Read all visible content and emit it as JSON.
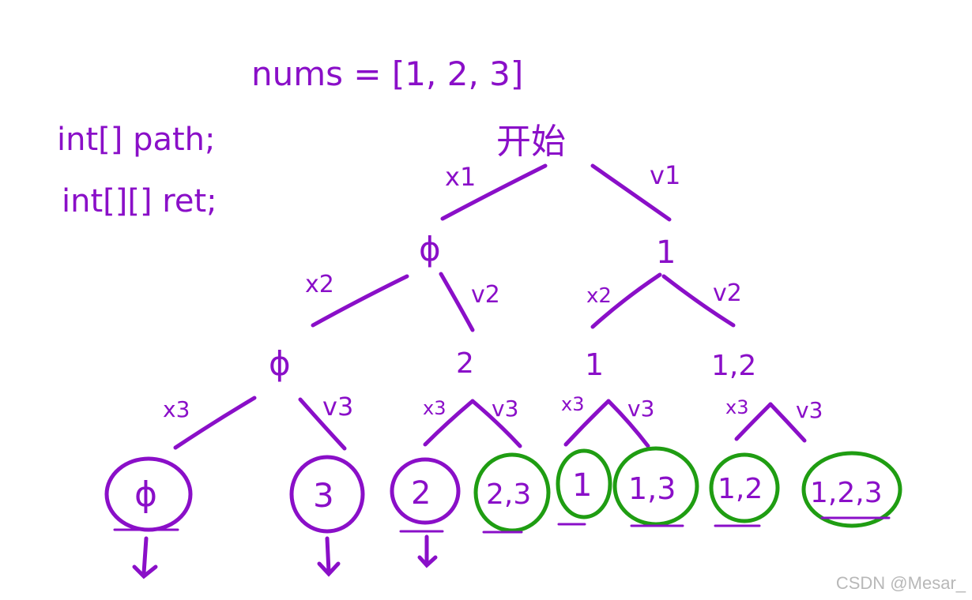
{
  "header": {
    "nums": "nums = [1, 2, 3]",
    "path_decl": "int[] path;",
    "ret_decl": "int[][] ret;"
  },
  "tree": {
    "root": "开始",
    "edge_labels": {
      "x1": "x1",
      "v1": "v1",
      "x2_left": "x2",
      "v2_left": "v2",
      "x2_right": "x2",
      "v2_right": "v2",
      "x3_a": "x3",
      "v3_a": "v3",
      "x3_b": "x3",
      "v3_b": "v3",
      "x3_c": "x3",
      "v3_c": "v3",
      "x3_d": "x3",
      "v3_d": "v3"
    },
    "level1": {
      "left": "ϕ",
      "right": "1"
    },
    "level2": {
      "n1": "ϕ",
      "n2": "2",
      "n3": "1",
      "n4": "1,2"
    },
    "leaves": [
      {
        "label": "ϕ",
        "color": "#8a0fc8"
      },
      {
        "label": "3",
        "color": "#8a0fc8"
      },
      {
        "label": "2",
        "color": "#8a0fc8"
      },
      {
        "label": "2,3",
        "color": "#1f9d12"
      },
      {
        "label": "1",
        "color": "#1f9d12"
      },
      {
        "label": "1,3",
        "color": "#1f9d12"
      },
      {
        "label": "1,2",
        "color": "#1f9d12"
      },
      {
        "label": "1,2,3",
        "color": "#1f9d12"
      }
    ]
  },
  "watermark": "CSDN @Mesar_"
}
